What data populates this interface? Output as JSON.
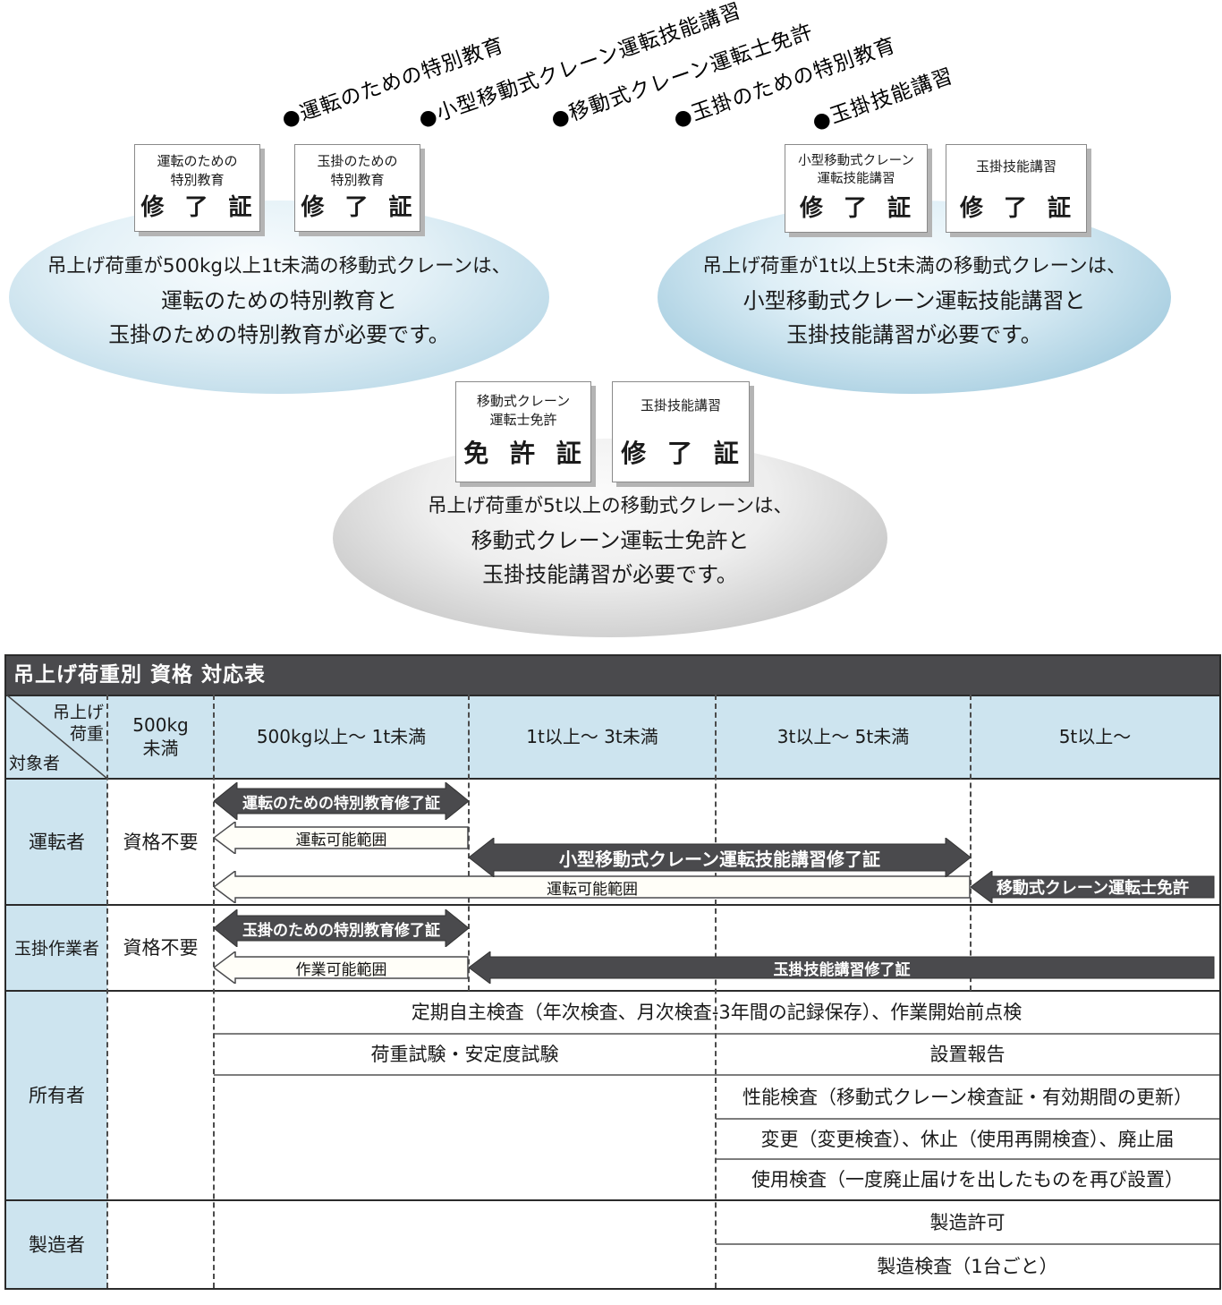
{
  "colors": {
    "accent_blue": "#cde4ef",
    "dark_gray": "#4a4a4d",
    "ellipse_blue_edge": "#86bbd6",
    "ellipse_gray_edge": "#b3b3b3"
  },
  "diagram": {
    "bullet_labels": [
      "●運転のための特別教育",
      "●小型移動式クレーン運転技能講習",
      "●移動式クレーン運転士免許",
      "●玉掛のための特別教育",
      "●玉掛技能講習"
    ],
    "certificates": [
      {
        "line1": "運転のための",
        "line2": "特別教育",
        "big": "修 了 証"
      },
      {
        "line1": "玉掛のための",
        "line2": "特別教育",
        "big": "修 了 証"
      },
      {
        "line1": "小型移動式クレーン",
        "line2": "運転技能講習",
        "big": "修 了 証"
      },
      {
        "line1": "玉掛技能講習",
        "big": "修 了 証"
      },
      {
        "line1": "移動式クレーン",
        "line2": "運転士免許",
        "big": "免 許 証"
      },
      {
        "line1": "玉掛技能講習",
        "big": "修 了 証"
      }
    ],
    "ellipses": [
      {
        "line1": "吊上げ荷重が500kg以上1t未満の移動式クレーンは、",
        "line2": "運転のための特別教育と",
        "line3": "玉掛のための特別教育が必要です。"
      },
      {
        "line1": "吊上げ荷重が1t以上5t未満の移動式クレーンは、",
        "line2": "小型移動式クレーン運転技能講習と",
        "line3": "玉掛技能講習が必要です。"
      },
      {
        "line1": "吊上げ荷重が5t以上の移動式クレーンは、",
        "line2": "移動式クレーン運転士免許と",
        "line3": "玉掛技能講習が必要です。"
      }
    ]
  },
  "table": {
    "title": "吊上げ荷重別 資格 対応表",
    "corner": {
      "line1": "吊上げ",
      "line2": "荷重",
      "bottom": "対象者"
    },
    "headers": {
      "col1a": "500kg",
      "col1b": "未満",
      "col2": "500kg以上〜 1t未満",
      "col3": "1t以上〜 3t未満",
      "col4": "3t以上〜 5t未満",
      "col5": "5t以上〜"
    },
    "row_labels": {
      "driver": "運転者",
      "slinger": "玉掛作業者",
      "owner": "所有者",
      "maker": "製造者"
    },
    "no_qualification": "資格不要",
    "arrows": {
      "driver_training": "運転のための特別教育修了証",
      "driver_range1": "運転可能範囲",
      "small_crane_course": "小型移動式クレーン運転技能講習修了証",
      "driver_range2": "運転可能範囲",
      "crane_license": "移動式クレーン運転士免許",
      "sling_training": "玉掛のための特別教育修了証",
      "sling_range": "作業可能範囲",
      "sling_course": "玉掛技能講習修了証"
    },
    "owner_cells": {
      "periodic": "定期自主検査（年次検査、月次検査-3年間の記録保存）、作業開始前点検",
      "load_test": "荷重試験・安定度試験",
      "installation": "設置報告",
      "performance": "性能検査（移動式クレーン検査証・有効期間の更新）",
      "change": "変更（変更検査）、休止（使用再開検査）、廃止届",
      "use_inspection": "使用検査（一度廃止届けを出したものを再び設置）"
    },
    "maker_cells": {
      "permit": "製造許可",
      "inspection": "製造検査（1台ごと）"
    }
  }
}
